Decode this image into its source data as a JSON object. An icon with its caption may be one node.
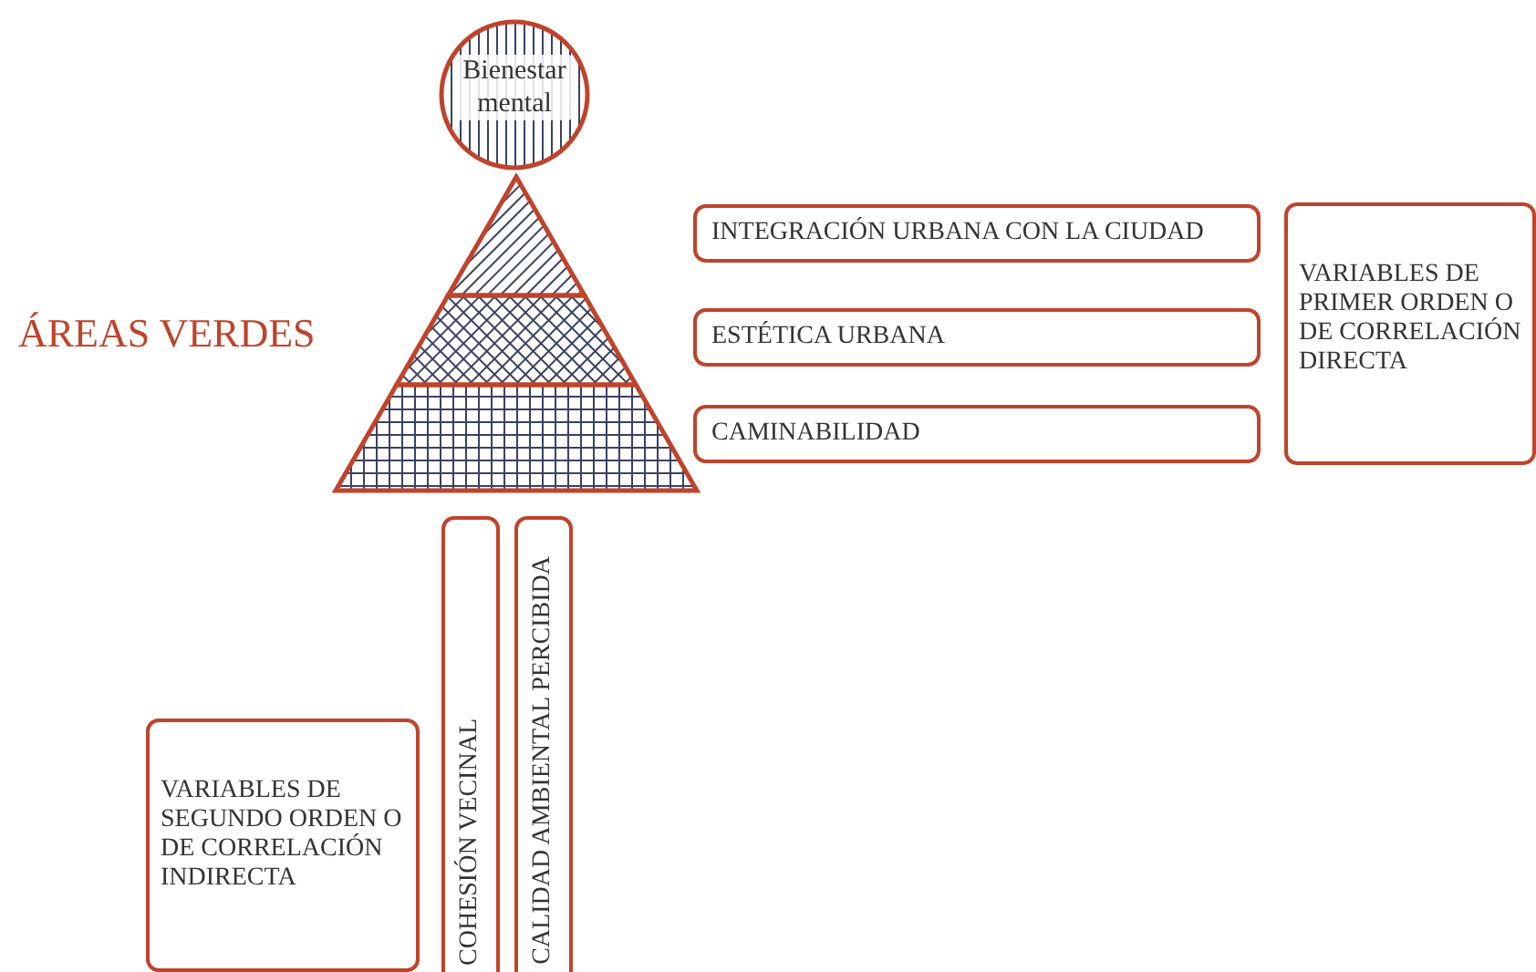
{
  "diagram": {
    "nodes": [
      {
        "text": [
          "Bienestar mental"
        ]
      },
      {
        "text": [],
        "shape": "triangle",
        "beside": [
          "ÁREAS VERDES"
        ]
      },
      {
        "text": [
          "INTEGRACIÓN URBANA CON LA CIUDAD"
        ]
      },
      {
        "text": [
          "ESTÉTICA URBANA"
        ]
      },
      {
        "text": [
          "CAMINABILIDAD"
        ]
      },
      {
        "text": [
          "VARIABLES DE PRIMER ORDEN O DE CORRELACIÓN DIRECTA"
        ]
      },
      {
        "text": [
          "COHESIÓN VECINAL"
        ]
      },
      {
        "text": [
          "CALIDAD AMBIENTAL PERCIBIDA"
        ]
      },
      {
        "text": [
          "VARIABLES DE SEGUNDO ORDEN O DE CORRELACIÓN INDIRECTA"
        ]
      }
    ]
  }
}
